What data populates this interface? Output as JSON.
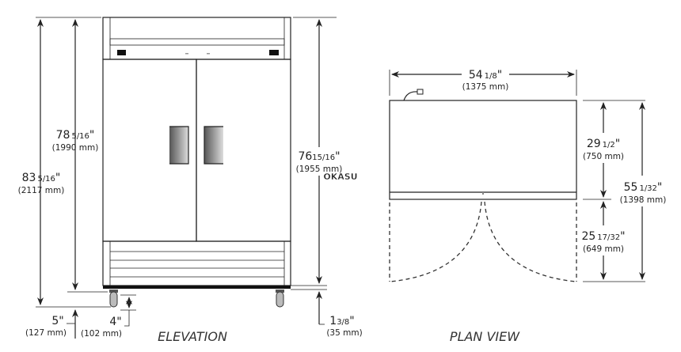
{
  "elevation": {
    "title": "ELEVATION",
    "overall_height": {
      "whole": "83",
      "frac": "5/16",
      "mm": "(2117 mm)"
    },
    "height_no_casters": {
      "whole": "78",
      "frac": "5/16",
      "mm": "(1990 mm)"
    },
    "door_height": {
      "whole": "76",
      "frac": "15/16",
      "mm": "(1955 mm)"
    },
    "caster_height": {
      "whole": "5",
      "frac": "",
      "mm": "(127 mm)"
    },
    "caster_wheel": {
      "whole": "4",
      "frac": "",
      "mm": "(102 mm)"
    },
    "base_gap": {
      "whole": "1",
      "frac": "3/8",
      "mm": "(35 mm)"
    }
  },
  "plan": {
    "title": "PLAN VIEW",
    "width": {
      "whole": "54",
      "frac": "1/8",
      "mm": "(1375 mm)"
    },
    "depth": {
      "whole": "29",
      "frac": "1/2",
      "mm": "(750 mm)"
    },
    "door_swing": {
      "whole": "25",
      "frac": "17/32",
      "mm": "(649 mm)"
    },
    "total_depth": {
      "whole": "55",
      "frac": "1/32",
      "mm": "(1398 mm)"
    }
  },
  "watermark": "OKASU",
  "colors": {
    "cabinet": "#e6e7e9",
    "line": "#222222"
  }
}
